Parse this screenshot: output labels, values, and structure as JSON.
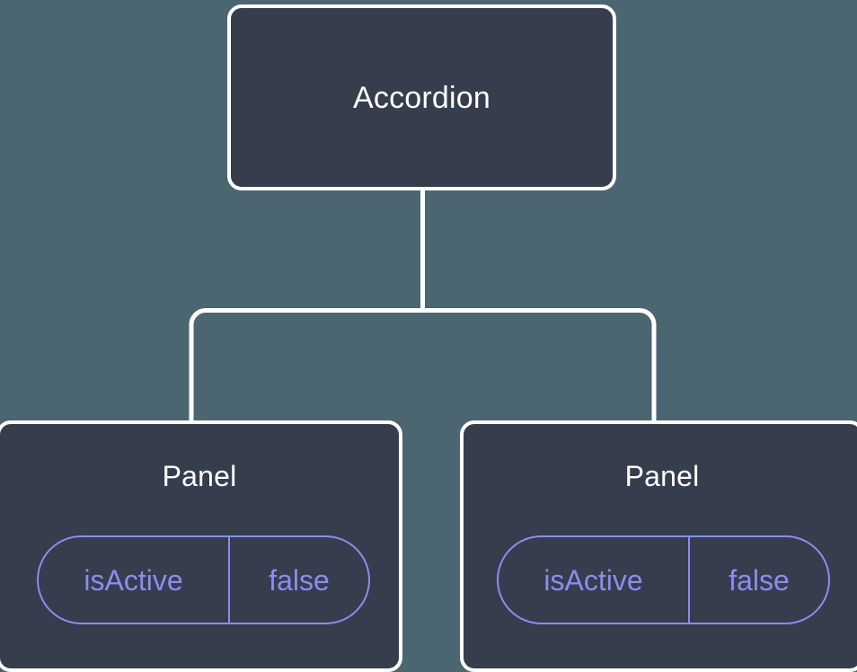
{
  "diagram": {
    "type": "component-tree",
    "background_color": "#4b6670",
    "node_fill_color": "#363d4d",
    "node_border_color": "#ffffff",
    "node_label_color": "#ffffff",
    "prop_color": "#8b8df0",
    "connector_color": "#ffffff",
    "root": {
      "label": "Accordion"
    },
    "children": [
      {
        "label": "Panel",
        "props": [
          {
            "key": "isActive",
            "value": "false"
          }
        ]
      },
      {
        "label": "Panel",
        "props": [
          {
            "key": "isActive",
            "value": "false"
          }
        ]
      }
    ]
  }
}
